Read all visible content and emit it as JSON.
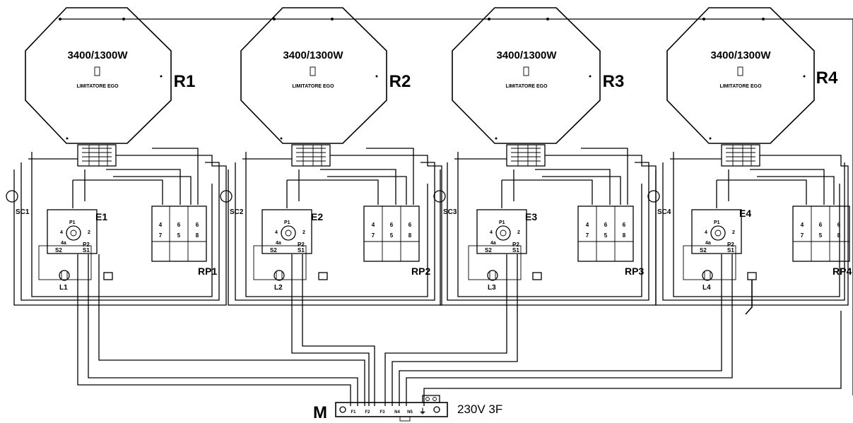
{
  "title": "",
  "zones": [
    {
      "power": "3400/1300W",
      "limiter": "LIMITATORE EGO",
      "resistor": "R1",
      "sensor": "SC1",
      "energy_regulator": "E1",
      "lamp": "L1",
      "relay_panel": "RP1"
    },
    {
      "power": "3400/1300W",
      "limiter": "LIMITATORE EGO",
      "resistor": "R2",
      "sensor": "SC2",
      "energy_regulator": "E2",
      "lamp": "L2",
      "relay_panel": "RP2"
    },
    {
      "power": "3400/1300W",
      "limiter": "LIMITATORE EGO",
      "resistor": "R3",
      "sensor": "SC3",
      "energy_regulator": "E3",
      "lamp": "L3",
      "relay_panel": "RP3"
    },
    {
      "power": "3400/1300W",
      "limiter": "LIMITATORE EGO",
      "resistor": "R4",
      "sensor": "SC4",
      "energy_regulator": "E4",
      "lamp": "L4",
      "relay_panel": "RP4"
    }
  ],
  "regulator_terminals": {
    "p1": "P1",
    "p2": "P2",
    "s2": "S2",
    "s1": "S1",
    "t4": "4",
    "t4a": "4a",
    "t2": "2"
  },
  "relay_terminals": {
    "top": [
      "4",
      "6",
      "6"
    ],
    "bottom": [
      "7",
      "5",
      "8"
    ]
  },
  "terminal_block": {
    "label": "M",
    "terminals": [
      "F1",
      "F2",
      "F3",
      "N4",
      "N5"
    ],
    "ground": "⏚",
    "supply": "230V 3F"
  }
}
